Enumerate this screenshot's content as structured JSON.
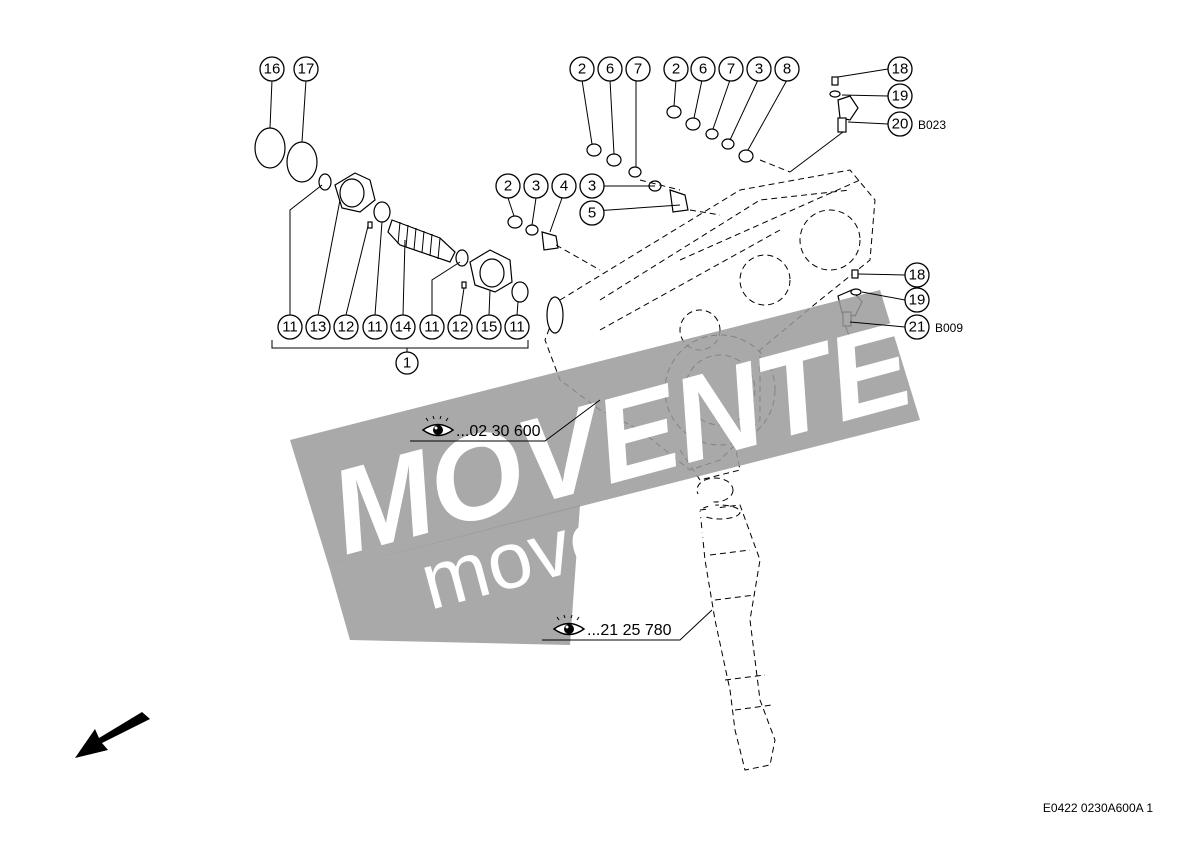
{
  "callouts": {
    "c16": "16",
    "c17": "17",
    "c2a": "2",
    "c6a": "6",
    "c7a": "7",
    "c2b": "2",
    "c6b": "6",
    "c7b": "7",
    "c3b": "3",
    "c8": "8",
    "c18a": "18",
    "c19a": "19",
    "c20": "20",
    "c2c": "2",
    "c3c": "3",
    "c4": "4",
    "c3d": "3",
    "c5": "5",
    "c18b": "18",
    "c19b": "19",
    "c21": "21",
    "r11a": "11",
    "r13": "13",
    "r12a": "12",
    "r11b": "11",
    "r14": "14",
    "r11c": "11",
    "r12b": "12",
    "r15": "15",
    "r11d": "11",
    "c1": "1"
  },
  "codes": {
    "b023": "B023",
    "b009": "B009"
  },
  "references": {
    "ref1": "...02 30 600",
    "ref2": "...21 25 780"
  },
  "watermark": {
    "brand": "MOVENTE",
    "url": "movente.ru"
  },
  "footer": {
    "drawing_code": "E0422 0230A600A 1"
  },
  "icons": {
    "reference": "eye-icon",
    "direction": "arrow-down-left-icon"
  }
}
